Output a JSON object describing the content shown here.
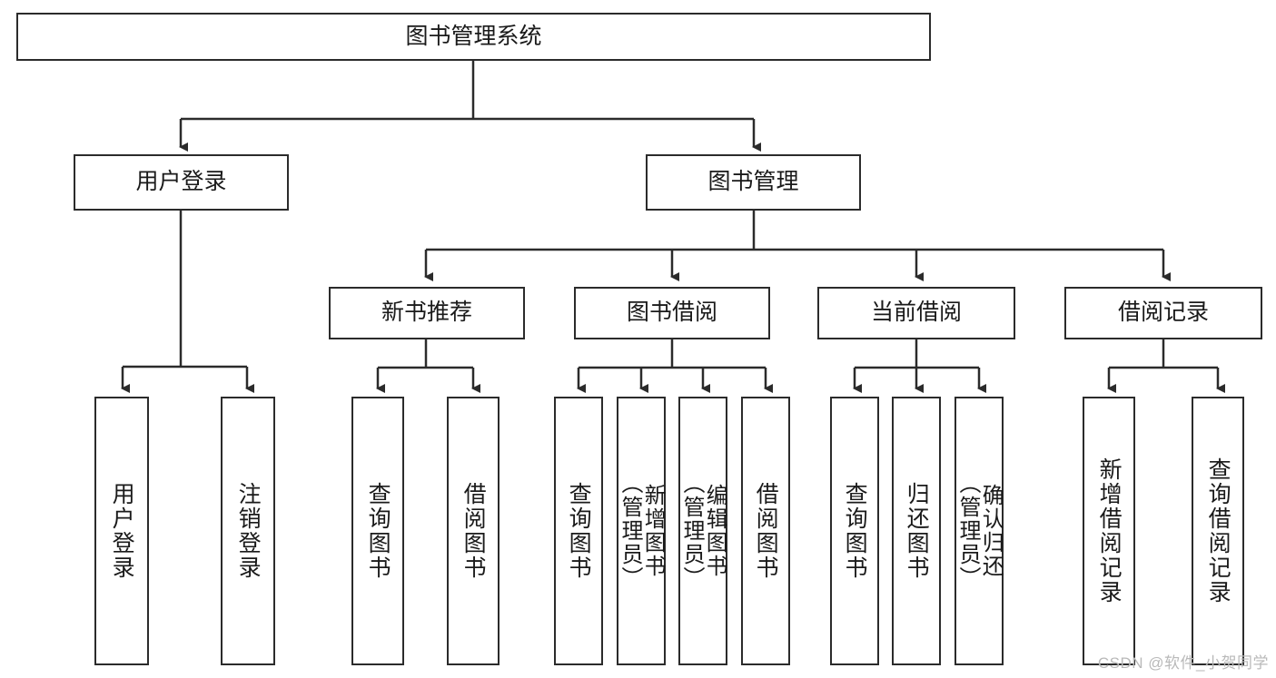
{
  "diagram": {
    "type": "tree-hierarchy",
    "title": "图书管理系统",
    "orientation": "top-down",
    "line_color": "#2b2b2b",
    "box_fill": "#ffffff",
    "text_color": "#1a1a1a",
    "watermark": "CSDN @软件_小贺同学",
    "levels": 4
  },
  "root": {
    "label": "图书管理系统"
  },
  "level2": [
    {
      "label": "用户登录"
    },
    {
      "label": "图书管理"
    }
  ],
  "level3": [
    {
      "label": "新书推荐"
    },
    {
      "label": "图书借阅"
    },
    {
      "label": "当前借阅"
    },
    {
      "label": "借阅记录"
    }
  ],
  "leaves": {
    "user_login": [
      {
        "label": "用户登录"
      },
      {
        "label": "注销登录"
      }
    ],
    "new_book_recommend": [
      {
        "label": "查询图书"
      },
      {
        "label": "借阅图书"
      }
    ],
    "book_borrow": [
      {
        "label": "查询图书"
      },
      {
        "label": "新增图书\n（管理员）"
      },
      {
        "label": "编辑图书\n（管理员）"
      },
      {
        "label": "借阅图书"
      }
    ],
    "current_borrow": [
      {
        "label": "查询图书"
      },
      {
        "label": "归还图书"
      },
      {
        "label": "确认归还\n（管理员）"
      }
    ],
    "borrow_record": [
      {
        "label": "新增借阅记录"
      },
      {
        "label": "查询借阅记录"
      }
    ]
  }
}
